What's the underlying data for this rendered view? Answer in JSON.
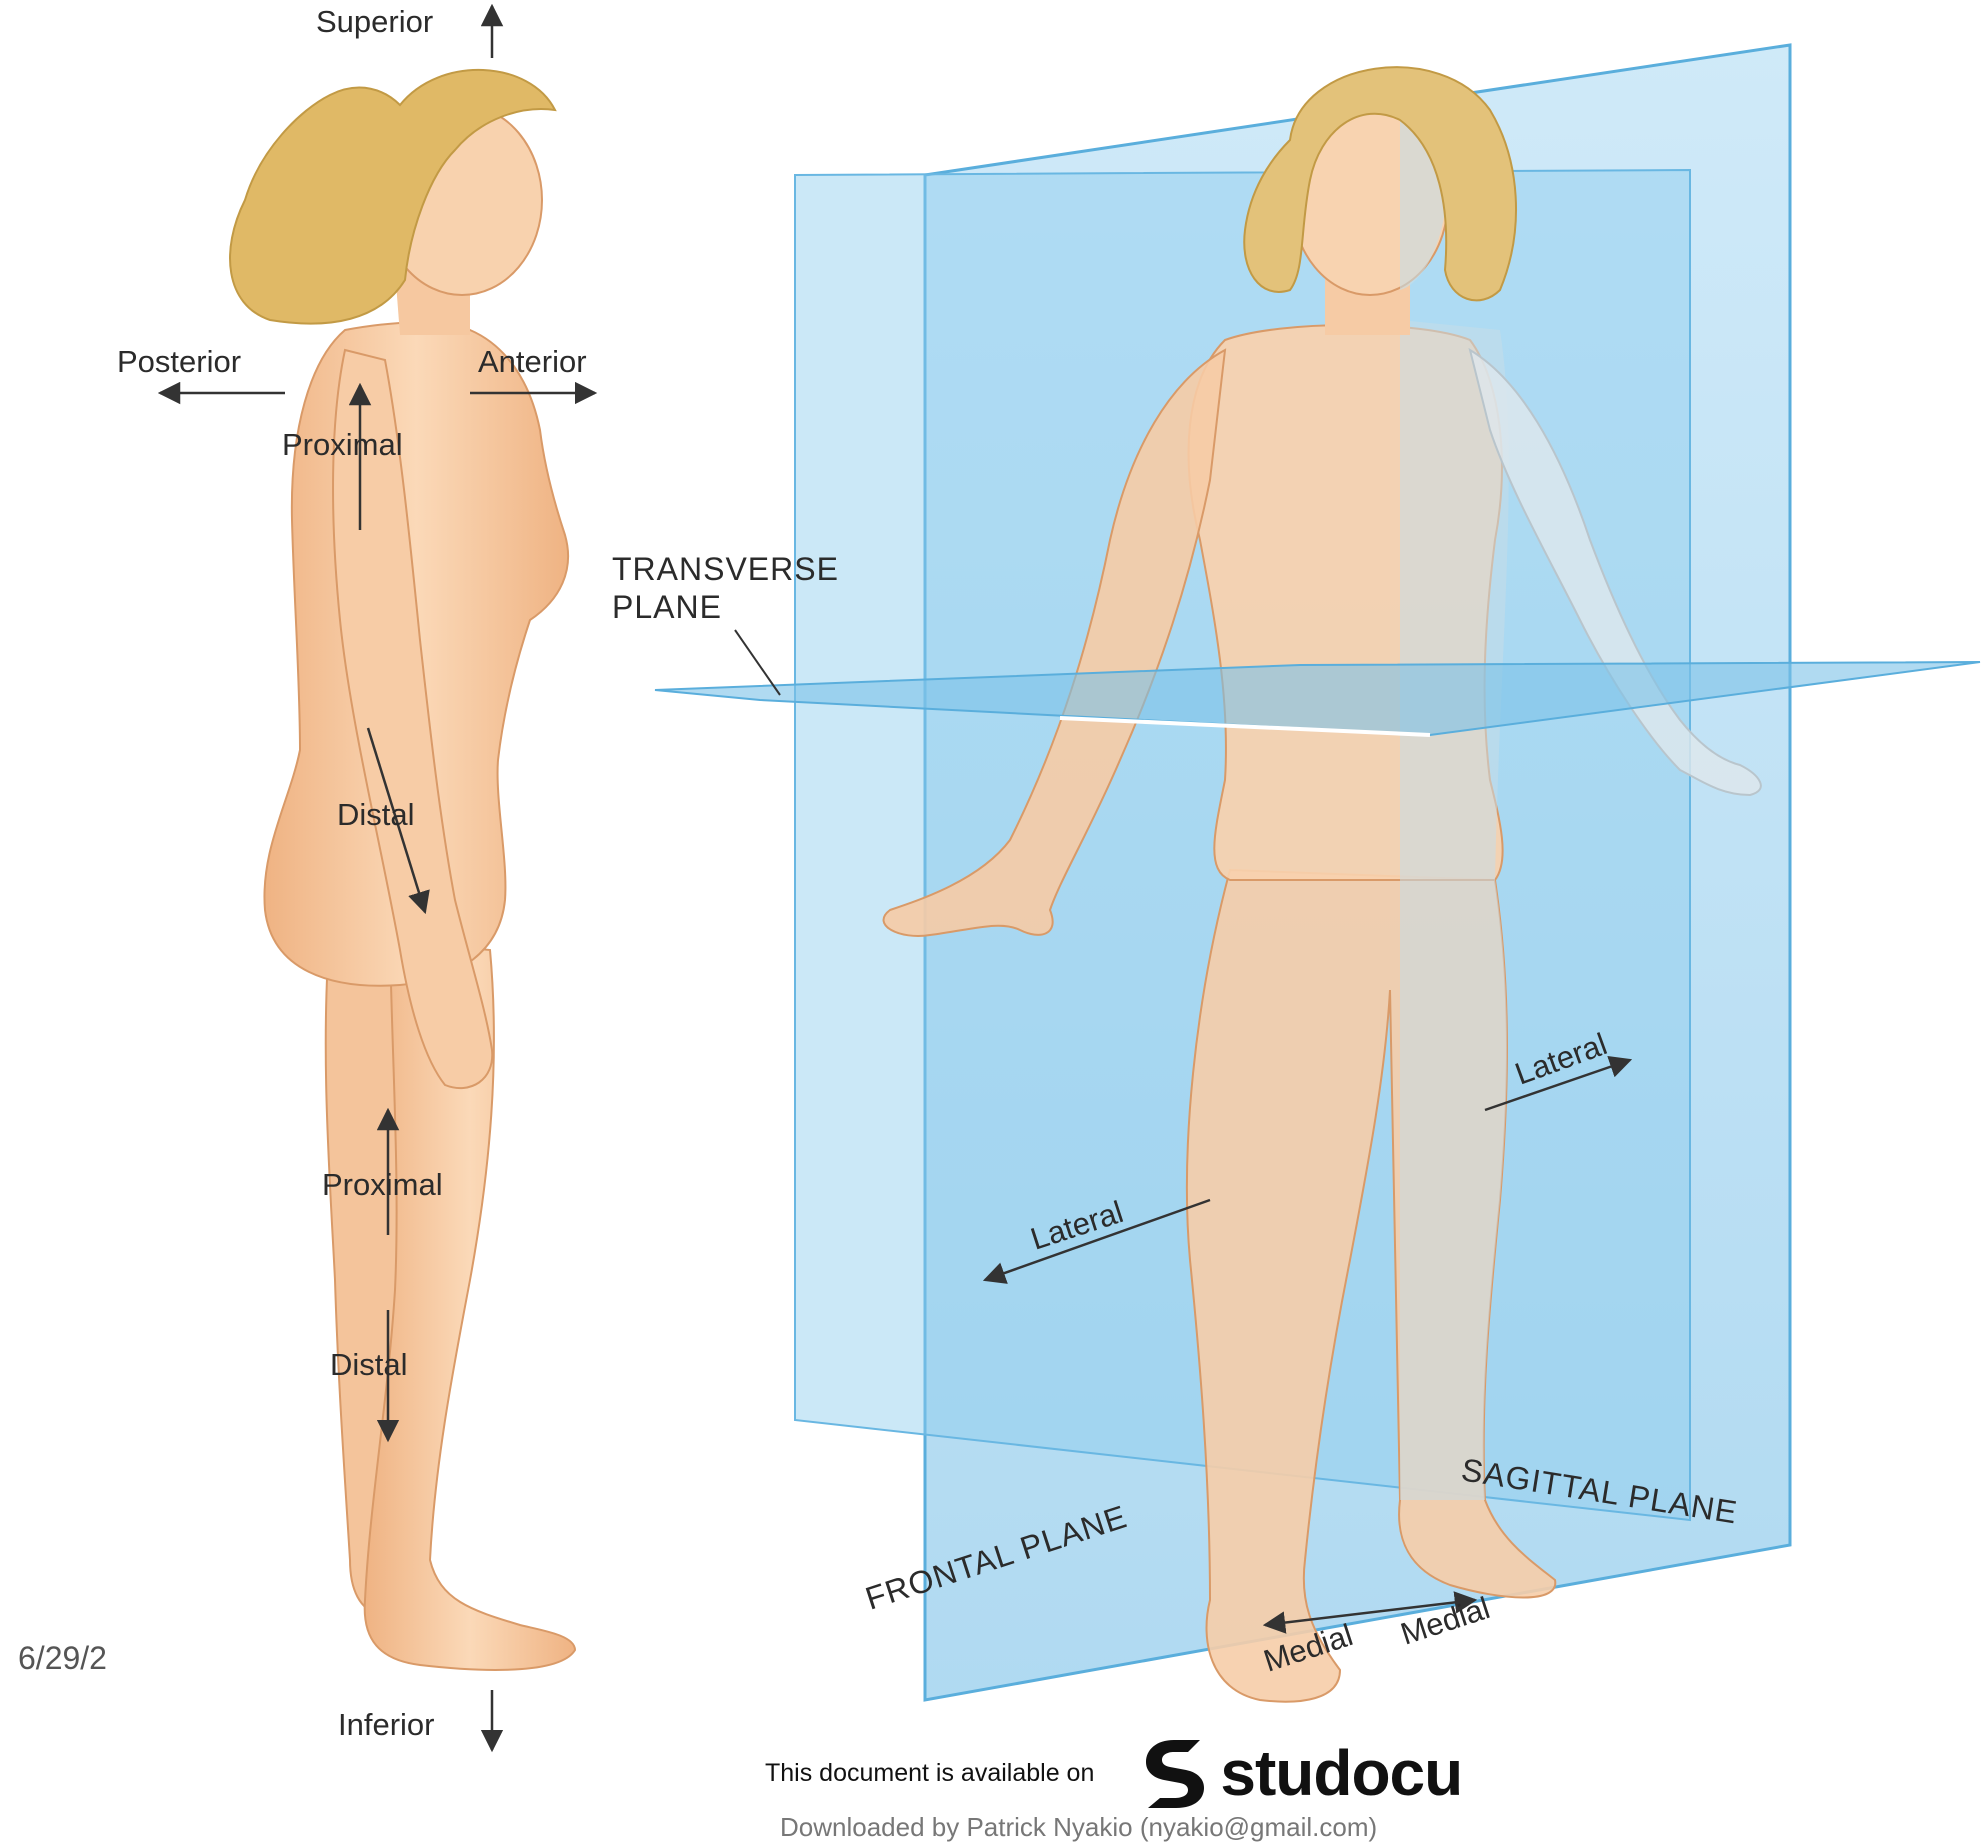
{
  "labels": {
    "superior": "Superior",
    "posterior": "Posterior",
    "anterior": "Anterior",
    "proximal_arm": "Proximal",
    "distal_arm": "Distal",
    "proximal_leg": "Proximal",
    "distal_leg": "Distal",
    "inferior": "Inferior",
    "transverse_line1": "TRANSVERSE",
    "transverse_line2": "PLANE",
    "lateral_left": "Lateral",
    "lateral_right": "Lateral",
    "medial_left": "Medial",
    "medial_right": "Medial",
    "frontal_plane": "FRONTAL PLANE",
    "sagittal_plane": "SAGITTAL PLANE"
  },
  "page_date": "6/29/2",
  "footer": {
    "text": "This document is available on",
    "brand": "studocu"
  },
  "download_line": "Downloaded by Patrick Nyakio (nyakio@gmail.com)",
  "colors": {
    "plane_blue": "#7fc3ea",
    "skin": "#f7c9a0",
    "hair": "#e2bd6a",
    "text": "#2b2b2b"
  },
  "icons": [
    "studocu-logo-icon"
  ]
}
